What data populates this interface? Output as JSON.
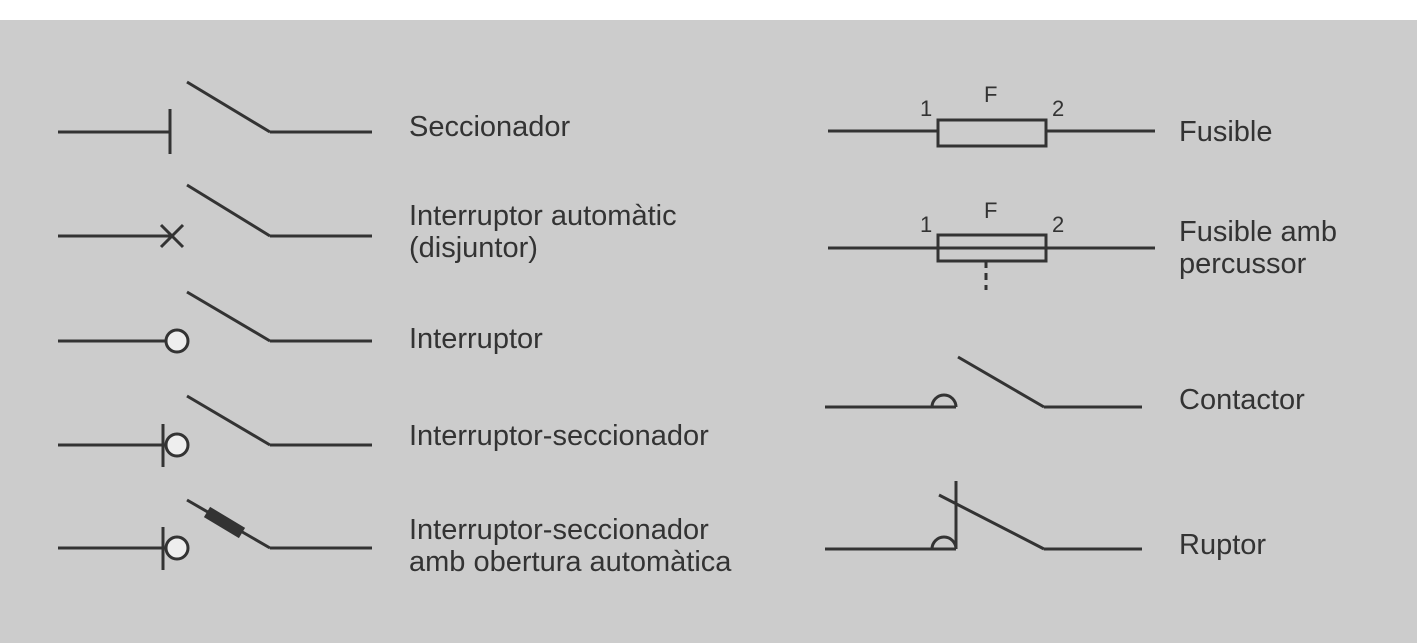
{
  "symbols": {
    "seccionador": "Seccionador",
    "interruptor_automatic": [
      "Interruptor automàtic",
      "(disjuntor)"
    ],
    "interruptor": "Interruptor",
    "interruptor_seccionador": "Interruptor-seccionador",
    "interruptor_seccionador_auto": [
      "Interruptor-seccionador",
      "amb obertura automàtica"
    ],
    "fusible": "Fusible",
    "fusible_percussor": [
      "Fusible amb",
      "percussor"
    ],
    "contactor": "Contactor",
    "ruptor": "Ruptor"
  },
  "fuse_pins": {
    "pin1": "1",
    "pin2": "2",
    "tag": "F"
  },
  "colors": {
    "background": "#cccccc",
    "stroke": "#333333",
    "circle_fill": "#eeeeee"
  }
}
